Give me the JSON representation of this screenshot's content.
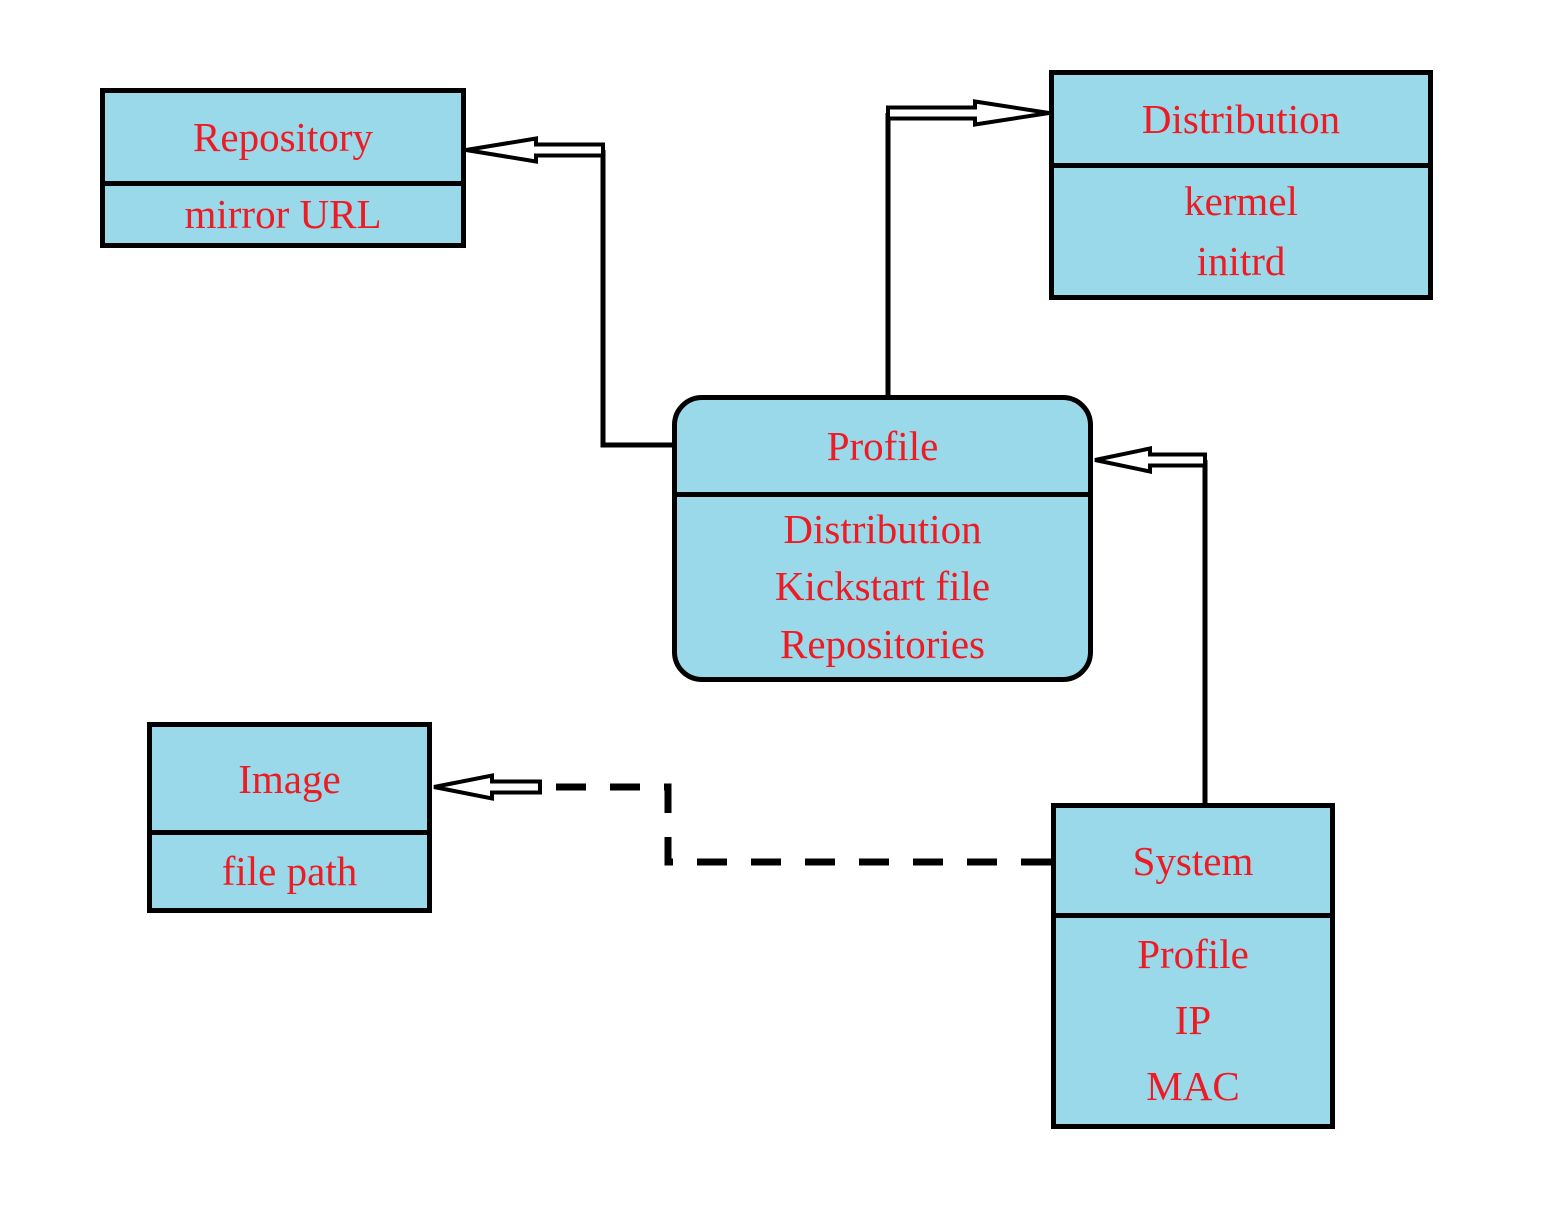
{
  "diagram": {
    "description": "Entity relationship diagram of provisioning objects",
    "colors": {
      "background": "#ffffff",
      "box_fill": "#99d9ea",
      "box_border": "#000000",
      "text_color": "#ed1c24"
    },
    "entities": [
      {
        "id": "repository",
        "title": "Repository",
        "attributes": [
          "mirror URL"
        ]
      },
      {
        "id": "distribution",
        "title": "Distribution",
        "attributes": [
          "kermel",
          "initrd"
        ]
      },
      {
        "id": "profile",
        "title": "Profile",
        "attributes": [
          "Distribution",
          "Kickstart file",
          "Repositories"
        ]
      },
      {
        "id": "image",
        "title": "Image",
        "attributes": [
          "file path"
        ]
      },
      {
        "id": "system",
        "title": "System",
        "attributes": [
          "Profile",
          "IP",
          "MAC"
        ]
      }
    ],
    "connections": [
      {
        "from": "Profile",
        "to": "Repository",
        "style": "solid",
        "arrowhead": "open"
      },
      {
        "from": "Profile",
        "to": "Distribution",
        "style": "solid",
        "arrowhead": "open"
      },
      {
        "from": "System",
        "to": "Profile",
        "style": "solid",
        "arrowhead": "open"
      },
      {
        "from": "System",
        "to": "Image",
        "style": "dashed",
        "arrowhead": "open"
      }
    ]
  }
}
